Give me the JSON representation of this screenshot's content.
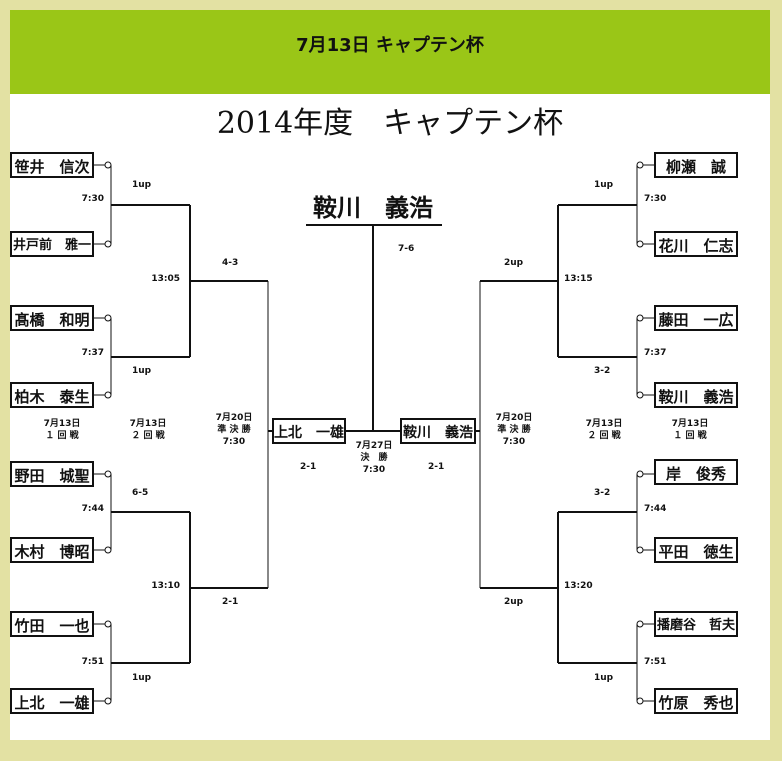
{
  "header": {
    "title": "7月13日 キャプテン杯"
  },
  "bracket": {
    "title": "2014年度　キャプテン杯",
    "champion": "鞍川　義浩",
    "left_players": [
      "笹井　信次",
      "井戸前　雅一",
      "髙橋　和明",
      "柏木　泰生",
      "野田　城聖",
      "木村　博昭",
      "竹田　一也",
      "上北　一雄"
    ],
    "right_players": [
      "柳瀬　誠",
      "花川　仁志",
      "藤田　一広",
      "鞍川　義浩",
      "岸　俊秀",
      "平田　徳生",
      "播磨谷　哲夫",
      "竹原　秀也"
    ],
    "left_r1_times": [
      "7:30",
      "7:37",
      "7:44",
      "7:51"
    ],
    "left_r1_scores": [
      "1up",
      "1up",
      "6-5",
      "1up"
    ],
    "left_r2_times": [
      "13:05",
      "13:10"
    ],
    "left_r2_scores": [
      "4-3",
      "2-1"
    ],
    "right_r1_times": [
      "7:30",
      "7:37",
      "7:44",
      "7:51"
    ],
    "right_r1_scores": [
      "1up",
      "3-2",
      "3-2",
      "1up"
    ],
    "right_r2_times": [
      "13:15",
      "13:20"
    ],
    "right_r2_scores": [
      "2up",
      "2up"
    ],
    "left_semi_winner": "上北　一雄",
    "right_semi_winner": "鞍川　義浩",
    "left_semi_score": "2-1",
    "right_semi_score": "2-1",
    "final_score": "7-6",
    "round1_date": "7月13日",
    "round1_name": "１ 回 戦",
    "round2_date": "7月13日",
    "round2_name": "２ 回 戦",
    "semi_date": "7月20日",
    "semi_name": "準 決 勝",
    "semi_time": "7:30",
    "final_date": "7月27日",
    "final_name": "決　勝",
    "final_time": "7:30"
  }
}
